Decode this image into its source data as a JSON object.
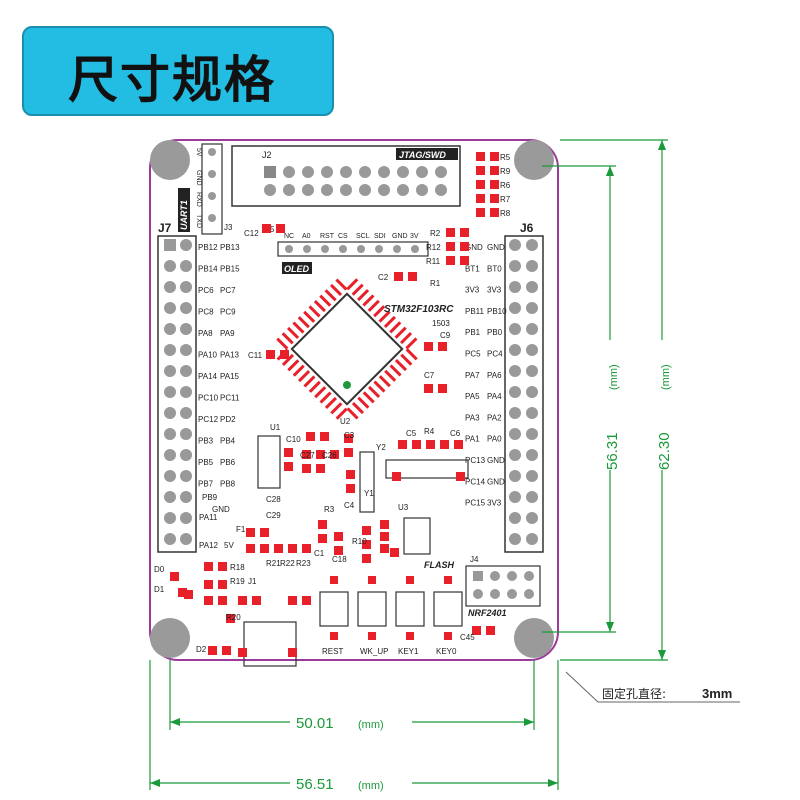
{
  "title": "尺寸规格",
  "board": {
    "chip_label": "STM32F103RC",
    "chip_code": "1503",
    "jtag_label": "JTAG/SWD",
    "uart_label": "UART1",
    "uart_pins": [
      "5V",
      "GND",
      "RXD",
      "TXD"
    ],
    "oled_label": "OLED",
    "oled_pins": [
      "NC",
      "A0",
      "RST",
      "CS",
      "SCL",
      "SDI",
      "GND",
      "3V"
    ],
    "j2": "J2",
    "j3": "J3",
    "j4": "J4",
    "j5": "J5",
    "j6": "J6",
    "j7": "J7",
    "flash_label": "FLASH",
    "nrf_label": "NRF2401",
    "j7_left": [
      "PB12",
      "PB14",
      "PC6",
      "PC8",
      "PA8",
      "PA10",
      "PA14",
      "PC10",
      "PC12",
      "PB3",
      "PB5",
      "PB7"
    ],
    "j7_right": [
      "PB13",
      "PB15",
      "PC7",
      "PC9",
      "PA9",
      "PA13",
      "PA15",
      "PC11",
      "PD2",
      "PB4",
      "PB6",
      "PB8"
    ],
    "j6_left": [
      "GND",
      "BT1",
      "3V3",
      "PB11",
      "PB1",
      "PC5",
      "PA7",
      "PA5",
      "PA3",
      "PA1",
      "PC13",
      "PC14",
      "PC15"
    ],
    "j6_right": [
      "GND",
      "BT0",
      "3V3",
      "PB10",
      "PB0",
      "PC4",
      "PA6",
      "PA4",
      "PA2",
      "PA0",
      "GND",
      "GND",
      "3V3"
    ],
    "buttons": [
      "REST",
      "WK_UP",
      "KEY1",
      "KEY0"
    ],
    "components": [
      "R5",
      "R9",
      "R6",
      "R7",
      "R8",
      "R2",
      "R12",
      "R11",
      "R1",
      "C12",
      "C2",
      "C9",
      "C7",
      "C11",
      "U2",
      "C3",
      "C5",
      "R4",
      "C6",
      "Y2",
      "U1",
      "C10",
      "C27",
      "C26",
      "Y1",
      "C28",
      "C29",
      "R3",
      "C4",
      "U3",
      "R10",
      "C1",
      "C18",
      "F1",
      "R18",
      "R19",
      "J1",
      "R21",
      "R22",
      "R23",
      "R20",
      "D0",
      "D1",
      "D2",
      "C45"
    ],
    "power_labels": [
      "PA11",
      "PA12",
      "GND",
      "5V",
      "PB9"
    ]
  },
  "dimensions": {
    "inner_height": "56.31",
    "outer_height": "62.30",
    "inner_width": "50.01",
    "outer_width": "56.51",
    "unit": "(mm)",
    "hole_label": "固定孔直径:",
    "hole_value": "3mm"
  },
  "colors": {
    "banner": "#23bce3",
    "board_outline": "#9b3a9b",
    "dimension": "#1a9a3a",
    "header": "#222222",
    "pad": "#e8202a",
    "hole": "#9a9a9a"
  }
}
